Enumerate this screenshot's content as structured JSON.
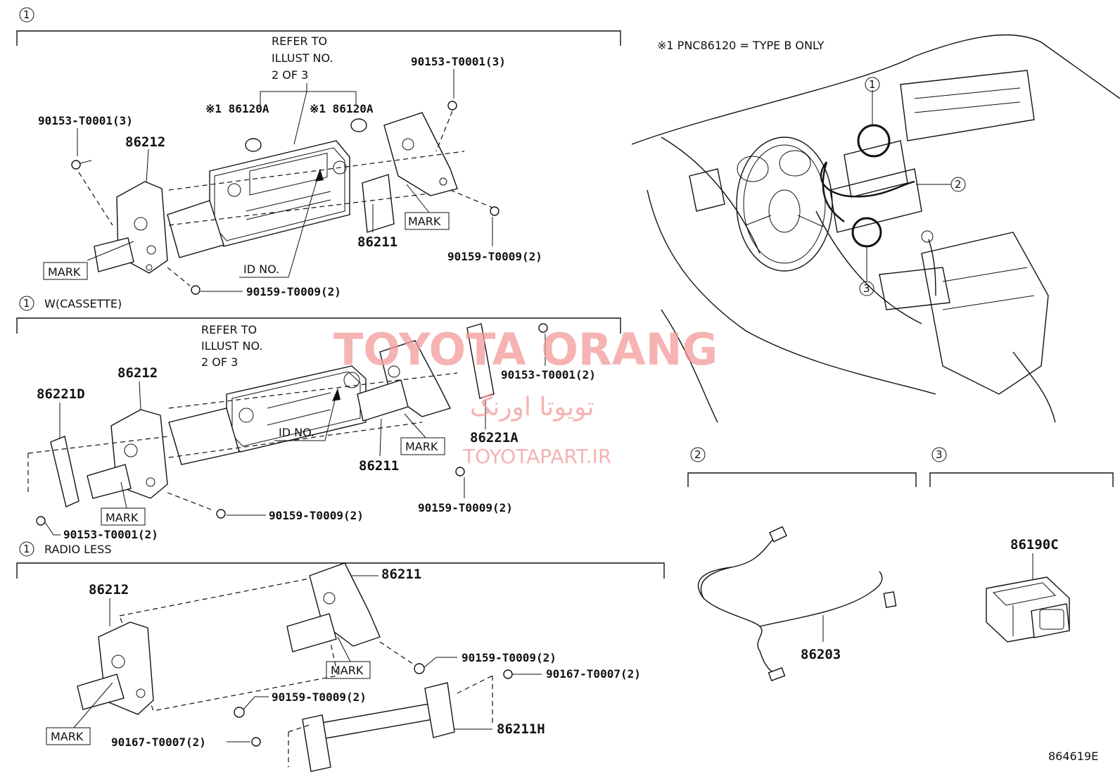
{
  "note": "※1 PNC86120 = TYPE B ONLY",
  "diagram_id": "864619E",
  "watermark": {
    "line1": "TOYOTA ORANG",
    "line2": "تویوتا اورنگ",
    "line3": "TOYOTAPART.IR"
  },
  "sections": {
    "s1": {
      "marker": "1",
      "refer_to": [
        "REFER TO",
        "ILLUST NO.",
        "2 OF 3"
      ],
      "labels": {
        "p86120a_left": "※1 86120A",
        "p86120a_right": "※1 86120A",
        "p90153_top_right": "90153-T0001(3)",
        "p90153_left": "90153-T0001(3)",
        "p86212": "86212",
        "p86211": "86211",
        "mark_left": "MARK",
        "mark_right": "MARK",
        "id_no": "ID NO.",
        "p90159_right": "90159-T0009(2)",
        "p90159_bottom": "90159-T0009(2)"
      }
    },
    "s2": {
      "marker": "1",
      "title": "W(CASSETTE)",
      "refer_to": [
        "REFER TO",
        "ILLUST NO.",
        "2 OF 3"
      ],
      "labels": {
        "p86212": "86212",
        "p86221d": "86221D",
        "p86221a": "86221A",
        "p90153_right": "90153-T0001(2)",
        "p90153_left": "90153-T0001(2)",
        "p86211": "86211",
        "mark_left": "MARK",
        "mark_right": "MARK",
        "id_no": "ID NO.",
        "p90159_mid": "90159-T0009(2)",
        "p90159_right": "90159-T0009(2)"
      }
    },
    "s3": {
      "marker": "1",
      "title": "RADIO LESS",
      "labels": {
        "p86212": "86212",
        "p86211": "86211",
        "mark_left": "MARK",
        "mark_right": "MARK",
        "p90159_right": "90159-T0009(2)",
        "p90159_left": "90159-T0009(2)",
        "p90167_right": "90167-T0007(2)",
        "p90167_left": "90167-T0007(2)",
        "p86211h": "86211H"
      }
    },
    "dash_view": {
      "callouts": [
        "1",
        "2",
        "3"
      ]
    },
    "s_wire": {
      "marker": "2",
      "part": "86203"
    },
    "s_switch": {
      "marker": "3",
      "part": "86190C"
    }
  }
}
